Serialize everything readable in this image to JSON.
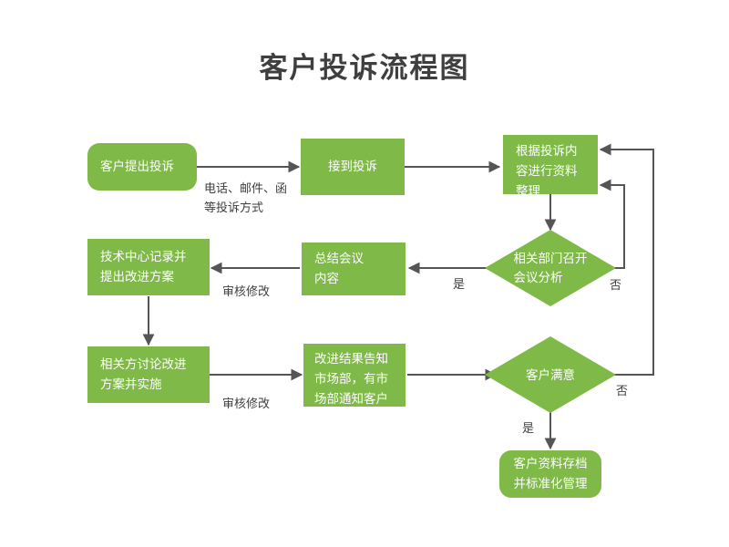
{
  "page": {
    "title": "客户投诉流程图",
    "background_color": "#ffffff",
    "node_fill": "#7fb948",
    "node_text_color": "#ffffff",
    "line_color": "#555555",
    "label_text_color": "#3f3f3f"
  },
  "chart_data": {
    "type": "diagram",
    "title": "客户投诉流程图",
    "nodes": [
      {
        "id": "n1",
        "label": "客户提出投诉",
        "shape": "rounded-rect"
      },
      {
        "id": "n2",
        "label": "接到投诉",
        "shape": "rect"
      },
      {
        "id": "n3",
        "label": "根据投诉内\n容进行资料\n整理",
        "shape": "rect"
      },
      {
        "id": "n4",
        "label": "相关部门召开\n会议分析",
        "shape": "diamond"
      },
      {
        "id": "n5",
        "label": "总结会议\n内容",
        "shape": "rect"
      },
      {
        "id": "n6",
        "label": "技术中心记录并\n提出改进方案",
        "shape": "rect"
      },
      {
        "id": "n7",
        "label": "相关方讨论改进\n方案并实施",
        "shape": "rect"
      },
      {
        "id": "n8",
        "label": "改进结果告知\n市场部，有市\n场部通知客户",
        "shape": "rect"
      },
      {
        "id": "n9",
        "label": "客户满意",
        "shape": "diamond"
      },
      {
        "id": "n10",
        "label": "客户资料存档\n并标准化管理",
        "shape": "rounded-rect"
      }
    ],
    "edges": [
      {
        "from": "n1",
        "to": "n2",
        "label": "电话、邮件、函\n等投诉方式"
      },
      {
        "from": "n2",
        "to": "n3",
        "label": ""
      },
      {
        "from": "n3",
        "to": "n4",
        "label": ""
      },
      {
        "from": "n4",
        "to": "n5",
        "label": "是"
      },
      {
        "from": "n4",
        "to": "n3",
        "label": "否"
      },
      {
        "from": "n5",
        "to": "n6",
        "label": "审核修改"
      },
      {
        "from": "n6",
        "to": "n7",
        "label": ""
      },
      {
        "from": "n7",
        "to": "n8",
        "label": "审核修改"
      },
      {
        "from": "n8",
        "to": "n9",
        "label": ""
      },
      {
        "from": "n9",
        "to": "n3",
        "label": "否"
      },
      {
        "from": "n9",
        "to": "n10",
        "label": "是"
      }
    ]
  },
  "nodes": {
    "customer_complaint": "客户提出投诉",
    "receive_complaint": "接到投诉",
    "organize_data": "根据投诉内\n容进行资料\n整理",
    "dept_meeting": "相关部门召开\n会议分析",
    "summarize_meeting": "总结会议\n内容",
    "tech_center_record": "技术中心记录并\n提出改进方案",
    "parties_discuss": "相关方讨论改进\n方案并实施",
    "notify_market": "改进结果告知\n市场部，有市\n场部通知客户",
    "customer_satisfied": "客户满意",
    "archive_data": "客户资料存档\n并标准化管理"
  },
  "edge_labels": {
    "complaint_methods": "电话、邮件、函\n等投诉方式",
    "yes_meeting": "是",
    "no_meeting": "否",
    "review_revise_1": "审核修改",
    "review_revise_2": "审核修改",
    "no_satisfied": "否",
    "yes_satisfied": "是"
  }
}
